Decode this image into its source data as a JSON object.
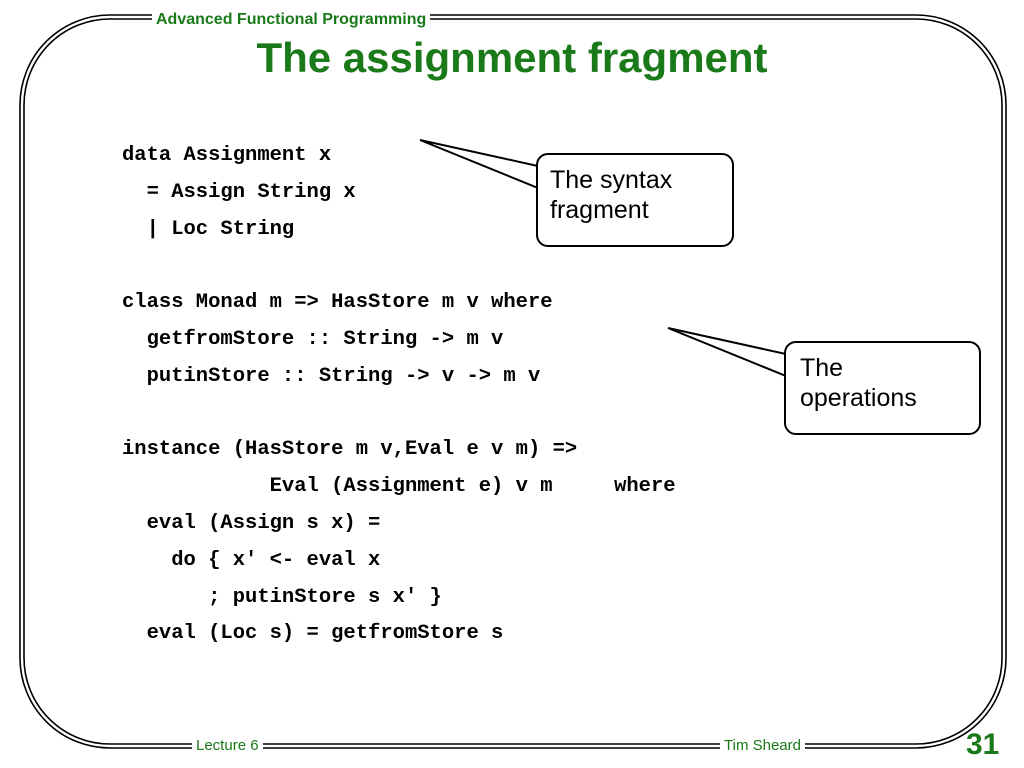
{
  "header": {
    "course_title": "Advanced Functional Programming",
    "slide_title": "The assignment fragment"
  },
  "code_lines": [
    "data Assignment x",
    "  = Assign String x",
    "  | Loc String",
    "",
    "class Monad m => HasStore m v where",
    "  getfromStore :: String -> m v",
    "  putinStore :: String -> v -> m v",
    "",
    "instance (HasStore m v,Eval e v m) =>",
    "            Eval (Assignment e) v m     where",
    "  eval (Assign s x) =",
    "    do { x' <- eval x",
    "       ; putinStore s x' }",
    "  eval (Loc s) = getfromStore s"
  ],
  "callouts": {
    "syntax": {
      "line1": "The syntax",
      "line2": "fragment"
    },
    "operations": {
      "line1": "The",
      "line2": "operations"
    }
  },
  "footer": {
    "lecture": "Lecture 6",
    "author": "Tim Sheard",
    "page_number": "31"
  },
  "colors": {
    "accent_green": "#1a7a1a",
    "text": "#000000",
    "background": "#ffffff"
  }
}
